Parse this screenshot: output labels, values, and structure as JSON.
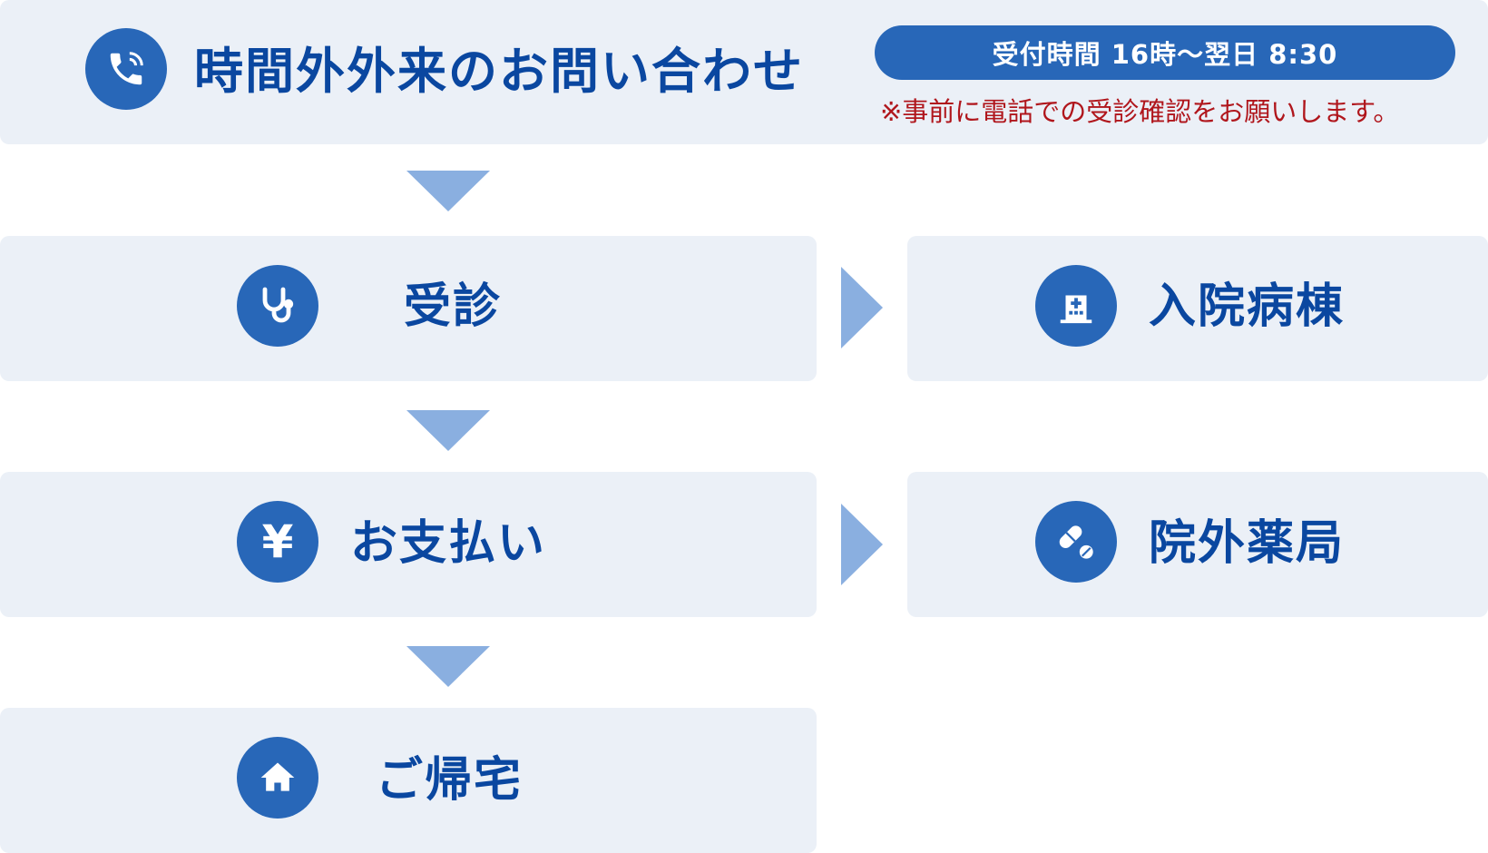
{
  "header": {
    "title": "時間外外来のお問い合わせ",
    "hours": "受付時間 16時〜翌日 8:30",
    "note": "※事前に電話での受診確認をお願いします。",
    "icon": "phone-icon"
  },
  "steps": [
    {
      "label": "受診",
      "icon": "stethoscope-icon"
    },
    {
      "label": "入院病棟",
      "icon": "hospital-icon"
    },
    {
      "label": "お支払い",
      "icon": "yen-icon"
    },
    {
      "label": "院外薬局",
      "icon": "pill-icon"
    },
    {
      "label": "ご帰宅",
      "icon": "home-icon"
    }
  ],
  "colors": {
    "box": "#ebf0f7",
    "circle": "#2867b8",
    "text": "#0a47a0",
    "arrow": "#8aafe0",
    "note": "#b0161c"
  }
}
